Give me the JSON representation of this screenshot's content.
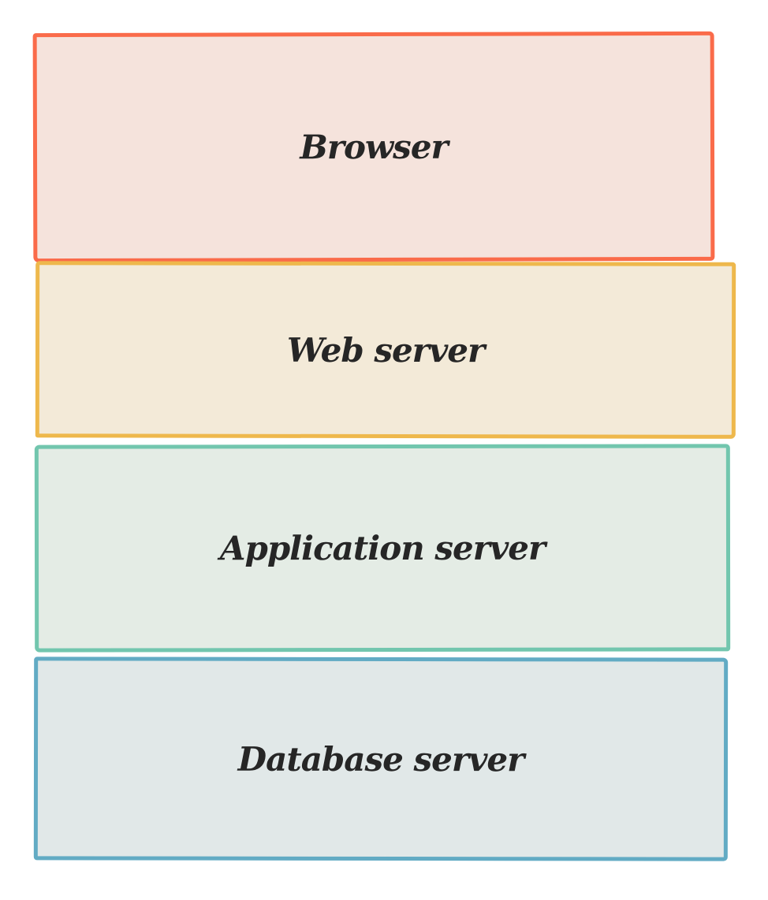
{
  "layers": [
    {
      "label": "Browser",
      "fill": "#f5e3dc",
      "stroke": "#fa6b4a"
    },
    {
      "label": "Web server",
      "fill": "#f3ead8",
      "stroke": "#eeb84c"
    },
    {
      "label": "Application server",
      "fill": "#e4ece5",
      "stroke": "#72c6ae"
    },
    {
      "label": "Database server",
      "fill": "#e1e8e8",
      "stroke": "#62abc4"
    }
  ]
}
